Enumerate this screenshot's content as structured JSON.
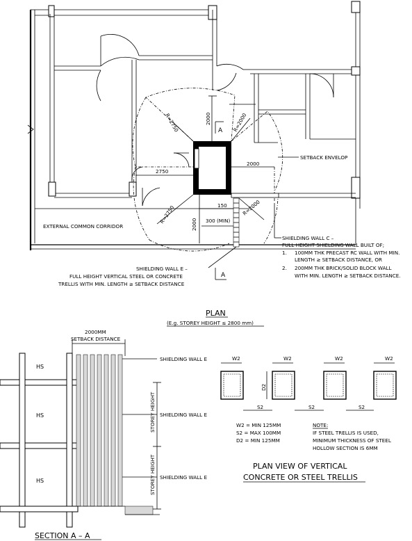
{
  "plan": {
    "dimensions": {
      "r2750_upper": "R=2750",
      "r2000_upper": "R=2000",
      "d2000_top": "2000",
      "d2000_right": "2000",
      "d2750_left": "2750",
      "d150": "150",
      "r2000_lower": "R=2000",
      "r2750_lower": "R=2750",
      "d2000_bottom": "2000",
      "d300_min": "300 (MIN)"
    },
    "section_marker_top": "A",
    "section_marker_bottom": "A",
    "labels": {
      "setback_envelop": "SETBACK ENVELOP",
      "external_corridor": "EXTERNAL COMMON CORRIDOR",
      "shield_c_title": "SHIELDING WALL C –",
      "shield_c_line1": "FULL HEIGHT SHIELDING WALL BUILT OF;",
      "shield_c_item1_num": "1.",
      "shield_c_item1_a": "100MM THK PRECAST RC WALL WITH MIN.",
      "shield_c_item1_b": "LENGTH ≥ SETBACK DISTANCE, OR",
      "shield_c_item2_num": "2.",
      "shield_c_item2_a": "200MM THK BRICK/SOLID BLOCK WALL",
      "shield_c_item2_b": "WITH MIN. LENGTH ≥ SETBACK DISTANCE.",
      "shield_e_title": "SHIELDING WALL E –",
      "shield_e_line1": "FULL HEIGHT VERTICAL STEEL OR CONCRETE",
      "shield_e_line2": "TRELLIS WITH MIN. LENGTH ≥ SETBACK DISTANCE"
    },
    "title": "PLAN",
    "subtitle": "(E.g. STOREY HEIGHT ≤ 2800 mm)"
  },
  "section": {
    "setback_dim": "2000MM",
    "setback_label": "SETBACK DISTANCE",
    "hs_labels": [
      "HS",
      "HS",
      "HS"
    ],
    "shield_labels": [
      "SHIELDING WALL E",
      "SHIELDING WALL E",
      "SHIELDING WALL E"
    ],
    "storey_height_labels": [
      "STOREY HEIGHT",
      "STOREY HEIGHT"
    ],
    "title": "SECTION  A – A"
  },
  "trellis": {
    "w2_labels": [
      "W2",
      "W2",
      "W2",
      "W2"
    ],
    "d2_label": "D2",
    "s2_labels": [
      "S2",
      "S2",
      "S2"
    ],
    "specs": [
      "W2 = MIN 125MM",
      "S2 = MAX 100MM",
      "D2 = MIN 125MM"
    ],
    "note_title": "NOTE:",
    "note_lines": [
      "IF STEEL TRELLIS IS USED,",
      "MINIMUM THICKNESS OF STEEL",
      "HOLLOW SECTION IS 6MM"
    ],
    "title_line1": "PLAN VIEW OF VERTICAL",
    "title_line2": "CONCRETE OR STEEL TRELLIS"
  }
}
